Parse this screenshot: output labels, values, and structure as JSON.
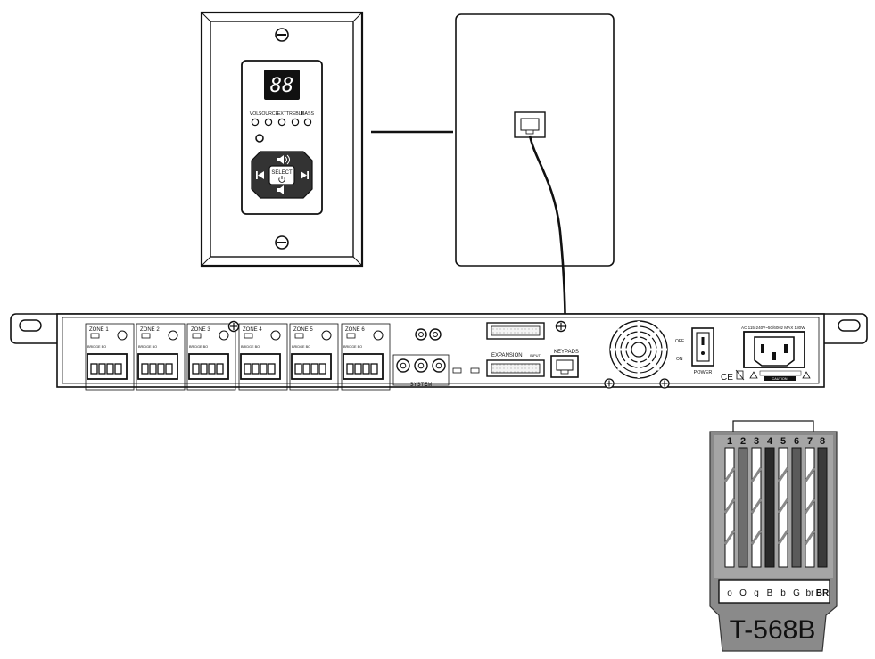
{
  "keypad": {
    "display": "88",
    "indicators": [
      "VOL",
      "SOURCE",
      "EXT",
      "TREBLE",
      "BASS"
    ],
    "select_label": "SELECT"
  },
  "amplifier": {
    "zones": [
      {
        "label": "ZONE 1",
        "bridge": "BRIDGE BO"
      },
      {
        "label": "ZONE 2",
        "bridge": "BRIDGE BO"
      },
      {
        "label": "ZONE 3",
        "bridge": "BRIDGE BO"
      },
      {
        "label": "ZONE 4",
        "bridge": "BRIDGE BO"
      },
      {
        "label": "ZONE 5",
        "bridge": "BRIDGE BO"
      },
      {
        "label": "ZONE 6",
        "bridge": "BRIDGE BO"
      }
    ],
    "expansion_label": "EXPANSION",
    "input_label": "INPUT",
    "system_label": "SYSTEM",
    "keypads_label": "KEYPADS",
    "off_label": "OFF",
    "on_label": "ON",
    "power_label": "POWER",
    "ac_rating": "AC 115-240V~50/60Hz MAX 180W",
    "caution_label": "CAUTION"
  },
  "connector": {
    "pin_numbers": [
      "1",
      "2",
      "3",
      "4",
      "5",
      "6",
      "7",
      "8"
    ],
    "wire_codes": [
      "o",
      "O",
      "g",
      "B",
      "b",
      "G",
      "br",
      "BR"
    ],
    "standard": "T-568B"
  }
}
